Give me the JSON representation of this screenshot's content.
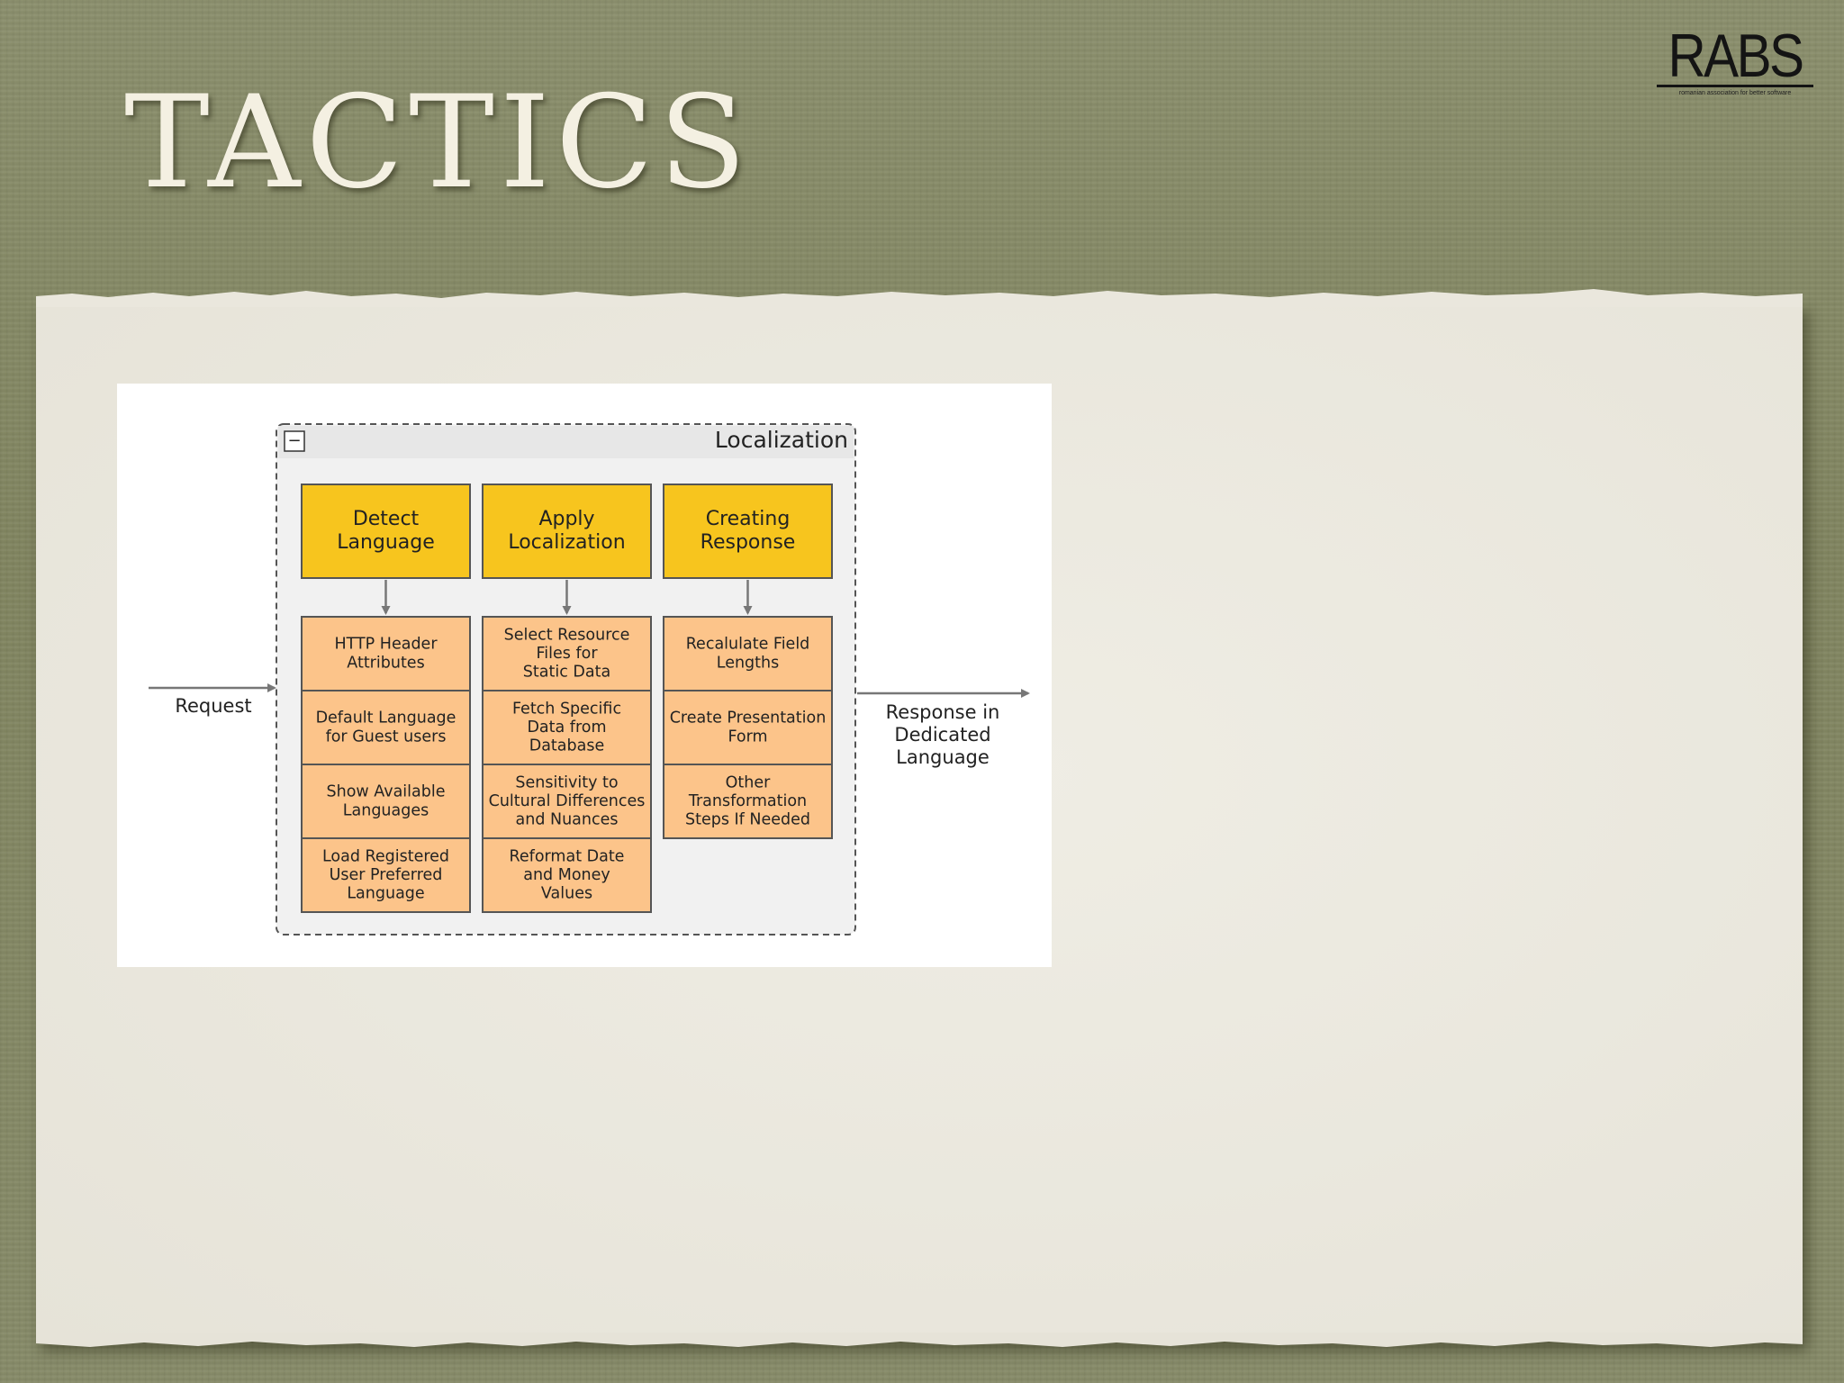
{
  "slide": {
    "title": "TACTICS",
    "logo": {
      "text": "RABS",
      "tagline": "romanian association for better software"
    }
  },
  "diagram": {
    "container_label": "Localization",
    "collapse_symbol": "−",
    "input_label": "Request",
    "output_label": [
      "Response in",
      "Dedicated",
      "Language"
    ],
    "columns": [
      {
        "header": [
          "Detect",
          "Language"
        ],
        "items": [
          [
            "HTTP Header",
            "Attributes"
          ],
          [
            "Default Language",
            "for Guest users"
          ],
          [
            "Show Available",
            "Languages"
          ],
          [
            "Load Registered",
            "User Preferred",
            "Language"
          ]
        ]
      },
      {
        "header": [
          "Apply",
          "Localization"
        ],
        "items": [
          [
            "Select Resource",
            "Files for",
            "Static Data"
          ],
          [
            "Fetch Specific",
            "Data from",
            "Database"
          ],
          [
            "Sensitivity to",
            "Cultural Differences",
            "and Nuances"
          ],
          [
            "Reformat Date",
            "and Money",
            "Values"
          ]
        ]
      },
      {
        "header": [
          "Creating",
          "Response"
        ],
        "items": [
          [
            "Recalulate Field",
            "Lengths"
          ],
          [
            "Create Presentation",
            "Form"
          ],
          [
            "Other",
            "Transformation",
            "Steps If Needed"
          ]
        ]
      }
    ],
    "colors": {
      "header_fill": "#f7c51e",
      "item_fill": "#fcc48a",
      "border": "#555555",
      "arrow": "#777777",
      "container_fill": "#f1f1f1"
    }
  }
}
